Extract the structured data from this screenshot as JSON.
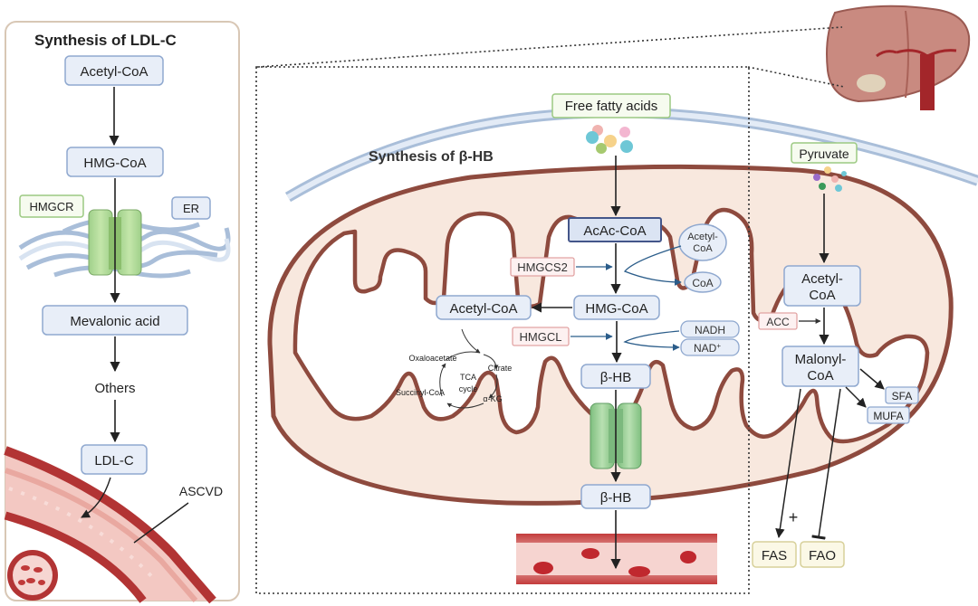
{
  "left_panel": {
    "title": "Synthesis of LDL-C",
    "acetyl_coa": "Acetyl-CoA",
    "hmg_coa": "HMG-CoA",
    "hmgcr": "HMGCR",
    "er": "ER",
    "mevalonic_acid": "Mevalonic acid",
    "others": "Others",
    "ldl_c": "LDL-C",
    "ascvd": "ASCVD"
  },
  "center": {
    "title": "Synthesis of β-HB",
    "free_fatty_acids": "Free fatty acids",
    "acac_coa": "AcAc-CoA",
    "acetyl_coa_small_1": "Acetyl-",
    "acetyl_coa_small_2": "CoA",
    "hmgcs2": "HMGCS2",
    "coa": "CoA",
    "acetyl_coa": "Acetyl-CoA",
    "hmg_coa": "HMG-CoA",
    "hmgcl": "HMGCL",
    "nadh": "NADH",
    "nad": "NAD",
    "nad_sup": "+",
    "bhb": "β-HB",
    "bhb_blood": "β-HB",
    "tca": {
      "oxaloacetate": "Oxaloacetate",
      "citrate": "Citrate",
      "tca": "TCA",
      "cycle": "cycle",
      "akg": "α-KG",
      "succinyl": "Succinyl-CoA"
    }
  },
  "right_panel": {
    "pyruvate": "Pyruvate",
    "acetyl_coa_1": "Acetyl-",
    "acetyl_coa_2": "CoA",
    "acc": "ACC",
    "malonyl_1": "Malonyl-",
    "malonyl_2": "CoA",
    "sfa": "SFA",
    "mufa": "MUFA",
    "plus": "+",
    "fas": "FAS",
    "fao": "FAO"
  }
}
